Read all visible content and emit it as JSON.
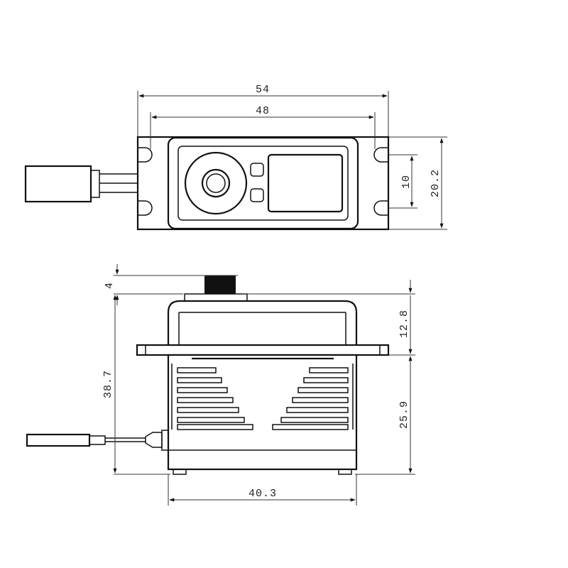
{
  "diagram": {
    "top_view": {
      "dimensions": [
        {
          "id": "overall-width",
          "label": "54"
        },
        {
          "id": "mount-hole-spacing",
          "label": "48"
        },
        {
          "id": "mount-hole-vertical-spacing",
          "label": "10"
        },
        {
          "id": "overall-depth",
          "label": "20.2"
        }
      ]
    },
    "side_view": {
      "dimensions": [
        {
          "id": "spline-height",
          "label": "4"
        },
        {
          "id": "total-height",
          "label": "38.7"
        },
        {
          "id": "upper-case-height",
          "label": "12.8"
        },
        {
          "id": "lower-case-height",
          "label": "25.9"
        },
        {
          "id": "case-width",
          "label": "40.3"
        }
      ]
    },
    "colors": {
      "line": "#111111",
      "background": "#ffffff"
    }
  }
}
